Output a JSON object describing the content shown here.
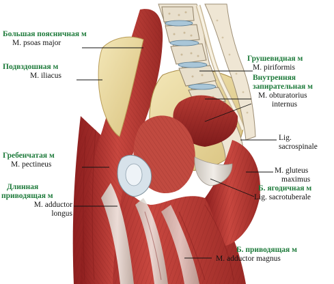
{
  "figure": {
    "background_color": "#ffffff",
    "label_color_russian": "#1d7a3a",
    "label_color_latin": "#111111",
    "labels": {
      "psoas": {
        "ru": "Большая поясничная м",
        "lat": "M. psoas major"
      },
      "iliacus": {
        "ru": "Подвздошная м",
        "lat": "M. iliacus"
      },
      "pectineus": {
        "ru": "Гребенчатая м",
        "lat": "M. pectineus"
      },
      "adductor_longus": {
        "ru1": "Длинная",
        "ru2": "приводящая м",
        "lat1": "M. adductor",
        "lat2": "longus"
      },
      "piriformis": {
        "ru": "Грушевидная м",
        "lat": "M. piriformis"
      },
      "obturator": {
        "ru1": "Внутренняя",
        "ru2": "запирательная м",
        "lat1": "M. obturatorius",
        "lat2": "internus"
      },
      "sacrospinale": {
        "lat1": "Lig.",
        "lat2": "sacrospinale"
      },
      "gluteus": {
        "lat1": "M. gluteus",
        "lat2": "maximus",
        "ru": "Б. ягодичная м"
      },
      "sacrotuberale": {
        "lat": "Lig. sacrotuberale"
      },
      "adductor_magnus": {
        "ru": "Б. приводящая м",
        "lat": "M. adductor magnus"
      }
    }
  }
}
